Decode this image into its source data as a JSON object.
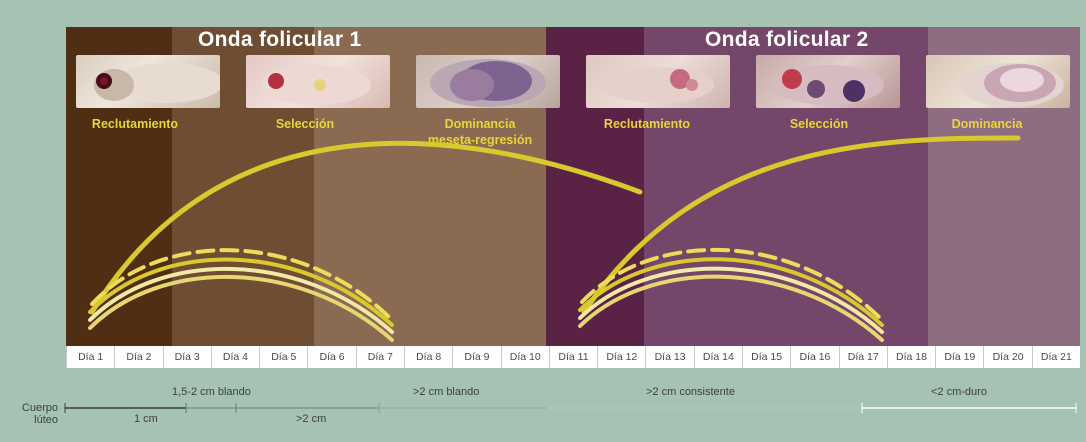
{
  "waves": [
    {
      "title": "Onda folicular 1"
    },
    {
      "title": "Onda folicular 2"
    }
  ],
  "phases": [
    {
      "lines": [
        "Reclutamiento"
      ]
    },
    {
      "lines": [
        "Selección"
      ]
    },
    {
      "lines": [
        "Dominancia",
        "meseta-regresión"
      ]
    },
    {
      "lines": [
        "Reclutamiento"
      ]
    },
    {
      "lines": [
        "Selección"
      ]
    },
    {
      "lines": [
        "Dominancia"
      ]
    }
  ],
  "days": [
    "Día 1",
    "Día 2",
    "Día 3",
    "Día 4",
    "Día 5",
    "Día 6",
    "Día 7",
    "Día 8",
    "Día 9",
    "Día 10",
    "Día 11",
    "Día 12",
    "Día 13",
    "Día 14",
    "Día 15",
    "Día 16",
    "Día 17",
    "Día 18",
    "Día 19",
    "Día 20",
    "Día 21"
  ],
  "consistency": [
    "1,5-2 cm blando",
    ">2 cm blando",
    ">2 cm consistente",
    "<2 cm-duro"
  ],
  "corpus": {
    "label_line1": "Cuerpo",
    "label_line2": "lúteo",
    "sizes": [
      "1 cm",
      ">2 cm"
    ]
  },
  "colors": {
    "background": "#a6c2b2",
    "wave1_dark": "#4f2e14",
    "wave1_mid": "#6e4d33",
    "wave1_light": "#8a6a50",
    "wave2_dark": "#5a2346",
    "wave2_mid": "#74466a",
    "wave2_light": "#8e6c82",
    "curve_yellow": "#d9c92e",
    "curve_pale": "#f3e9a6",
    "phase_text": "#e9d53a"
  },
  "icons": [
    "ovary-photo"
  ]
}
